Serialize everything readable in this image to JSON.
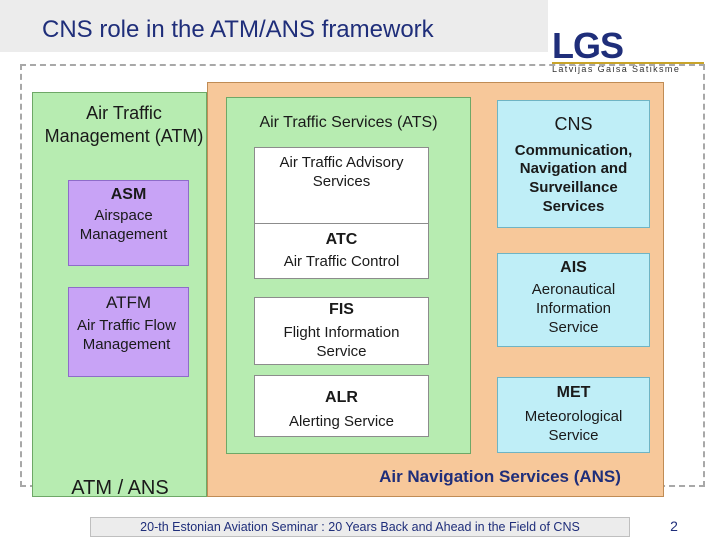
{
  "title": "CNS role in the ATM/ANS framework",
  "logo": {
    "main": "LGS",
    "sub": "Latvijas Gaisa Satiksme"
  },
  "atm": {
    "title": "Air Traffic Management (ATM)",
    "bottom_label": "ATM / ANS"
  },
  "asm": {
    "abbr": "ASM",
    "full": "Airspace Management"
  },
  "atfm": {
    "abbr": "ATFM",
    "full": "Air Traffic Flow Management"
  },
  "ats": {
    "title": "Air Traffic Services (ATS)",
    "advisory": "Air Traffic Advisory Services",
    "atc": {
      "abbr": "ATC",
      "full": "Air Traffic Control"
    },
    "fis": {
      "abbr": "FIS",
      "full": "Flight Information Service"
    },
    "alr": {
      "abbr": "ALR",
      "full": "Alerting Service"
    }
  },
  "cns": {
    "abbr": "CNS",
    "full": "Communication, Navigation and Surveillance Services"
  },
  "ais": {
    "abbr": "AIS",
    "full": "Aeronautical Information Service"
  },
  "met": {
    "abbr": "MET",
    "full": "Meteorological Service"
  },
  "ans_label": "Air Navigation Services (ANS)",
  "footer": "20-th Estonian Aviation Seminar : 20 Years Back and Ahead in the Field of CNS",
  "page_number": "2"
}
